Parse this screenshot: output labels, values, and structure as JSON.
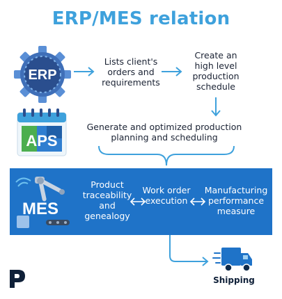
{
  "title": "ERP/MES relation",
  "icons": {
    "erp": {
      "label": "ERP",
      "name": "erp-gear-icon",
      "colors": {
        "ring": "#3f6fb8",
        "disc": "#2a4e8e",
        "text": "#ffffff"
      }
    },
    "aps": {
      "label": "APS",
      "name": "aps-calendar-icon",
      "colors": {
        "header": "#3ea1dc",
        "body": "#eef6fb",
        "green": "#4cae4f"
      }
    },
    "mes": {
      "label": "MES",
      "name": "mes-robot-arm-icon"
    },
    "truck": {
      "name": "delivery-truck-icon",
      "color": "#1f73c8"
    },
    "logo": {
      "name": "p-logo-icon",
      "color": "#0f2038"
    }
  },
  "steps": {
    "erp_lists": "Lists client's orders and requirements",
    "create_schedule": "Create an high level production schedule",
    "aps_generate": "Generate and optimized production planning and scheduling"
  },
  "mes_band": {
    "traceability": "Product traceability and genealogy",
    "work_order": "Work order execution",
    "performance": "Manufacturing performance measure"
  },
  "shipping": "Shipping",
  "colors": {
    "accent": "#3ea1dc",
    "band": "#1f73c8",
    "arrow": "#3ea1dc"
  }
}
